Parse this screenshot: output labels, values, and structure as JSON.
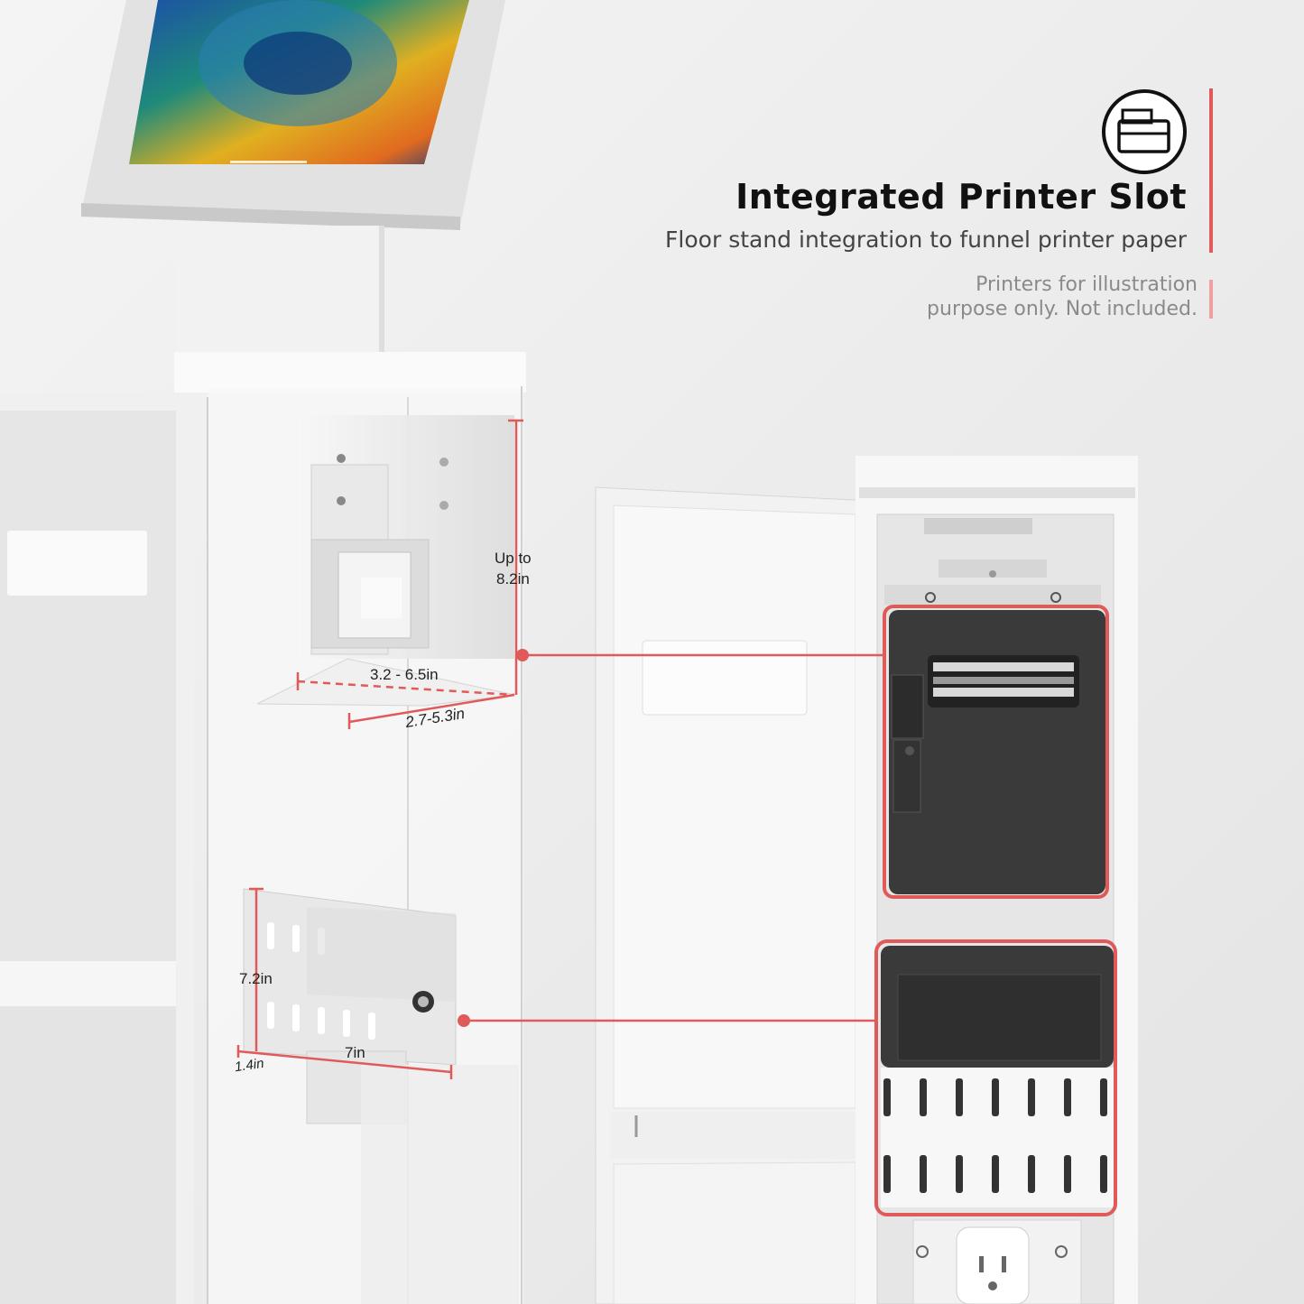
{
  "feature": {
    "title": "Integrated Printer Slot",
    "subtitle": "Floor stand integration to funnel printer paper",
    "disclaimer_line1": "Printers for illustration",
    "disclaimer_line2": "purpose only. Not included.",
    "icon": "printer-icon"
  },
  "dimensions": {
    "upper_height_line1": "Up to",
    "upper_height_line2": "8.2in",
    "upper_width": "3.2 - 6.5in",
    "upper_depth": "2.7-5.3in",
    "lower_height": "7.2in",
    "lower_width": "7in",
    "lower_depth": "1.4in"
  },
  "colors": {
    "accent": "#e05a5a",
    "printer_body": "#3a3a3a",
    "background": "#ececec"
  }
}
